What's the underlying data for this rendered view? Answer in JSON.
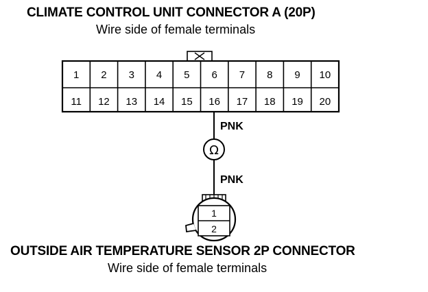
{
  "connector_a": {
    "title": "CLIMATE CONTROL UNIT CONNECTOR A (20P)",
    "subtitle": "Wire side of female terminals",
    "row1": [
      "1",
      "2",
      "3",
      "4",
      "5",
      "6",
      "7",
      "8",
      "9",
      "10"
    ],
    "row2": [
      "11",
      "12",
      "13",
      "14",
      "15",
      "16",
      "17",
      "18",
      "19",
      "20"
    ]
  },
  "wire": {
    "upper_label": "PNK",
    "lower_label": "PNK",
    "meter_symbol": "Ω"
  },
  "sensor": {
    "title": "OUTSIDE AIR TEMPERATURE SENSOR 2P CONNECTOR",
    "subtitle": "Wire side of female terminals",
    "pin_top": "1",
    "pin_bottom": "2"
  }
}
